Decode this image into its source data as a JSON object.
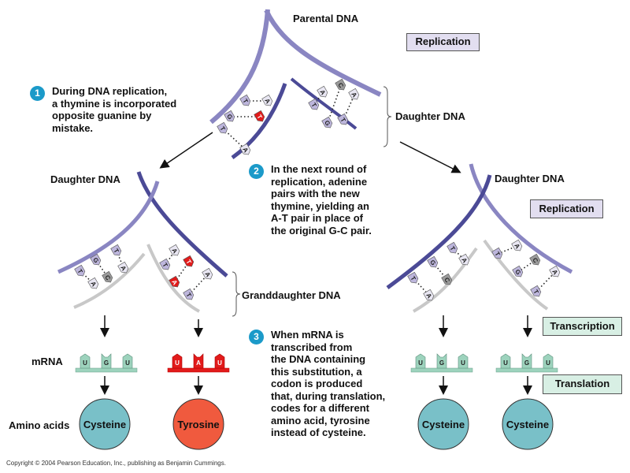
{
  "labels": {
    "parental_dna": "Parental DNA",
    "daughter_dna_top": "Daughter DNA",
    "daughter_dna_left": "Daughter DNA",
    "daughter_dna_right": "Daughter DNA",
    "granddaughter_dna": "Granddaughter DNA",
    "mrna": "mRNA",
    "amino_acids": "Amino acids"
  },
  "process_boxes": {
    "replication_top": "Replication",
    "replication_right": "Replication",
    "transcription": "Transcription",
    "translation": "Translation"
  },
  "steps": [
    {
      "number": "1",
      "text": "During DNA replication,\na thymine is incorporated\nopposite guanine by\nmistake."
    },
    {
      "number": "2",
      "text": "In the next round of\nreplication, adenine\npairs with the new\nthymine, yielding an\nA-T pair in place of\nthe original G-C pair."
    },
    {
      "number": "3",
      "text": "When mRNA is\ntranscribed from\nthe DNA containing\nthis substitution, a\ncodon is produced\nthat, during translation,\ncodes for a different\namino acid, tyrosine\ninstead of cysteine."
    }
  ],
  "mrna_codons": [
    {
      "bases": [
        "U",
        "G",
        "U"
      ],
      "mutant": false
    },
    {
      "bases": [
        "U",
        "A",
        "U"
      ],
      "mutant": true
    },
    {
      "bases": [
        "U",
        "G",
        "U"
      ],
      "mutant": false
    },
    {
      "bases": [
        "U",
        "G",
        "U"
      ],
      "mutant": false
    }
  ],
  "amino_acids": [
    {
      "name": "Cysteine",
      "mutant": false
    },
    {
      "name": "Tyrosine",
      "mutant": true
    },
    {
      "name": "Cysteine",
      "mutant": false
    },
    {
      "name": "Cysteine",
      "mutant": false
    }
  ],
  "base_pairs": {
    "top_fork": [
      [
        "T",
        "A"
      ],
      [
        "G",
        "T"
      ],
      [
        "T",
        "A"
      ],
      [
        "T",
        "A"
      ],
      [
        "C",
        "G"
      ],
      [
        "A",
        "T"
      ]
    ],
    "left_fork": [
      [
        "T",
        "A"
      ],
      [
        "G",
        "C"
      ],
      [
        "T",
        "A"
      ],
      [
        "T",
        "A"
      ],
      [
        "T",
        "A"
      ],
      [
        "A",
        "T"
      ]
    ],
    "right_fork": [
      [
        "T",
        "A"
      ],
      [
        "G",
        "C"
      ],
      [
        "T",
        "A"
      ],
      [
        "T",
        "A"
      ],
      [
        "C",
        "G"
      ],
      [
        "A",
        "T"
      ]
    ]
  },
  "colors": {
    "parental_strand": "#8a86c2",
    "new_strand": "#4b4a96",
    "granddaughter_strand": "#c8c8c8",
    "mutant": "#e21b1b",
    "mrna": "#9dd3bd",
    "cysteine": "#79c0c8",
    "tyrosine": "#f05a3e",
    "step_badge": "#1b9ac9",
    "replication_box": "#e2def0",
    "transcription_box": "#d8efe4"
  },
  "copyright": "Copyright © 2004 Pearson Education, Inc., publishing as Benjamin Cummings."
}
